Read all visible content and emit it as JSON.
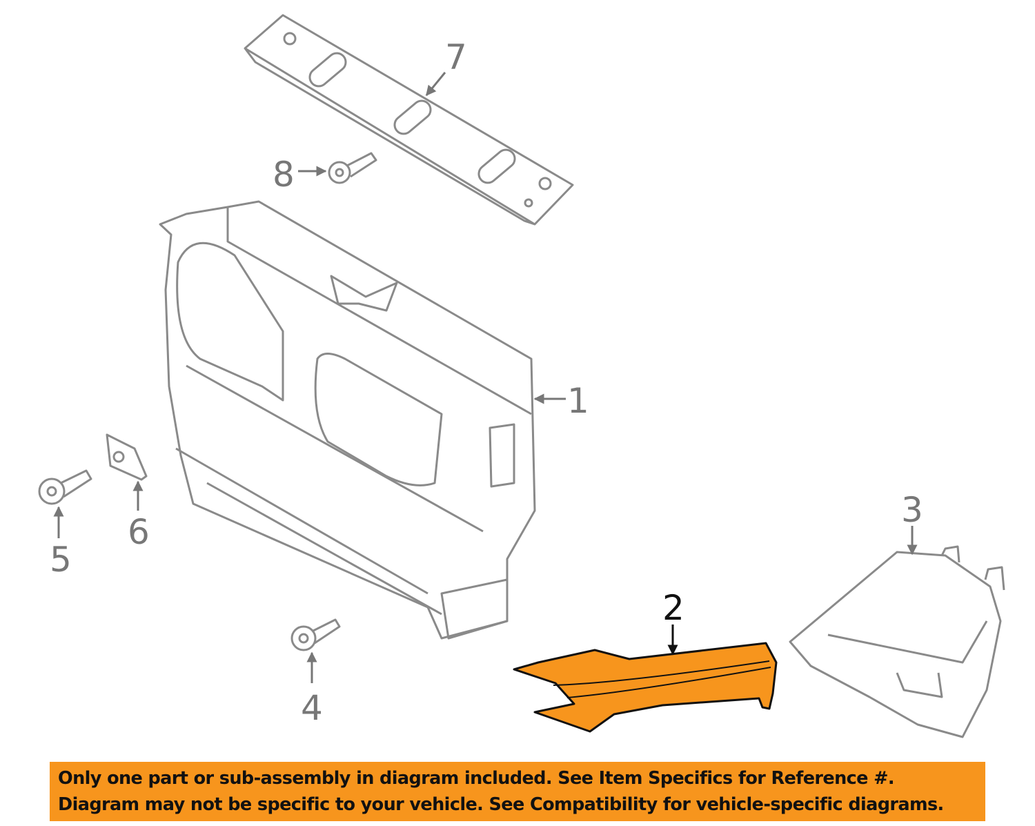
{
  "callouts": {
    "c1": "1",
    "c2": "2",
    "c3": "3",
    "c4": "4",
    "c5": "5",
    "c6": "6",
    "c7": "7",
    "c8": "8"
  },
  "highlight_color": "#F7951D",
  "banner": {
    "line1": "Only one part or sub-assembly in diagram included. See Item Specifics for Reference #.",
    "line2": "Diagram may not be specific to your vehicle. See Compatibility for vehicle-specific diagrams."
  }
}
